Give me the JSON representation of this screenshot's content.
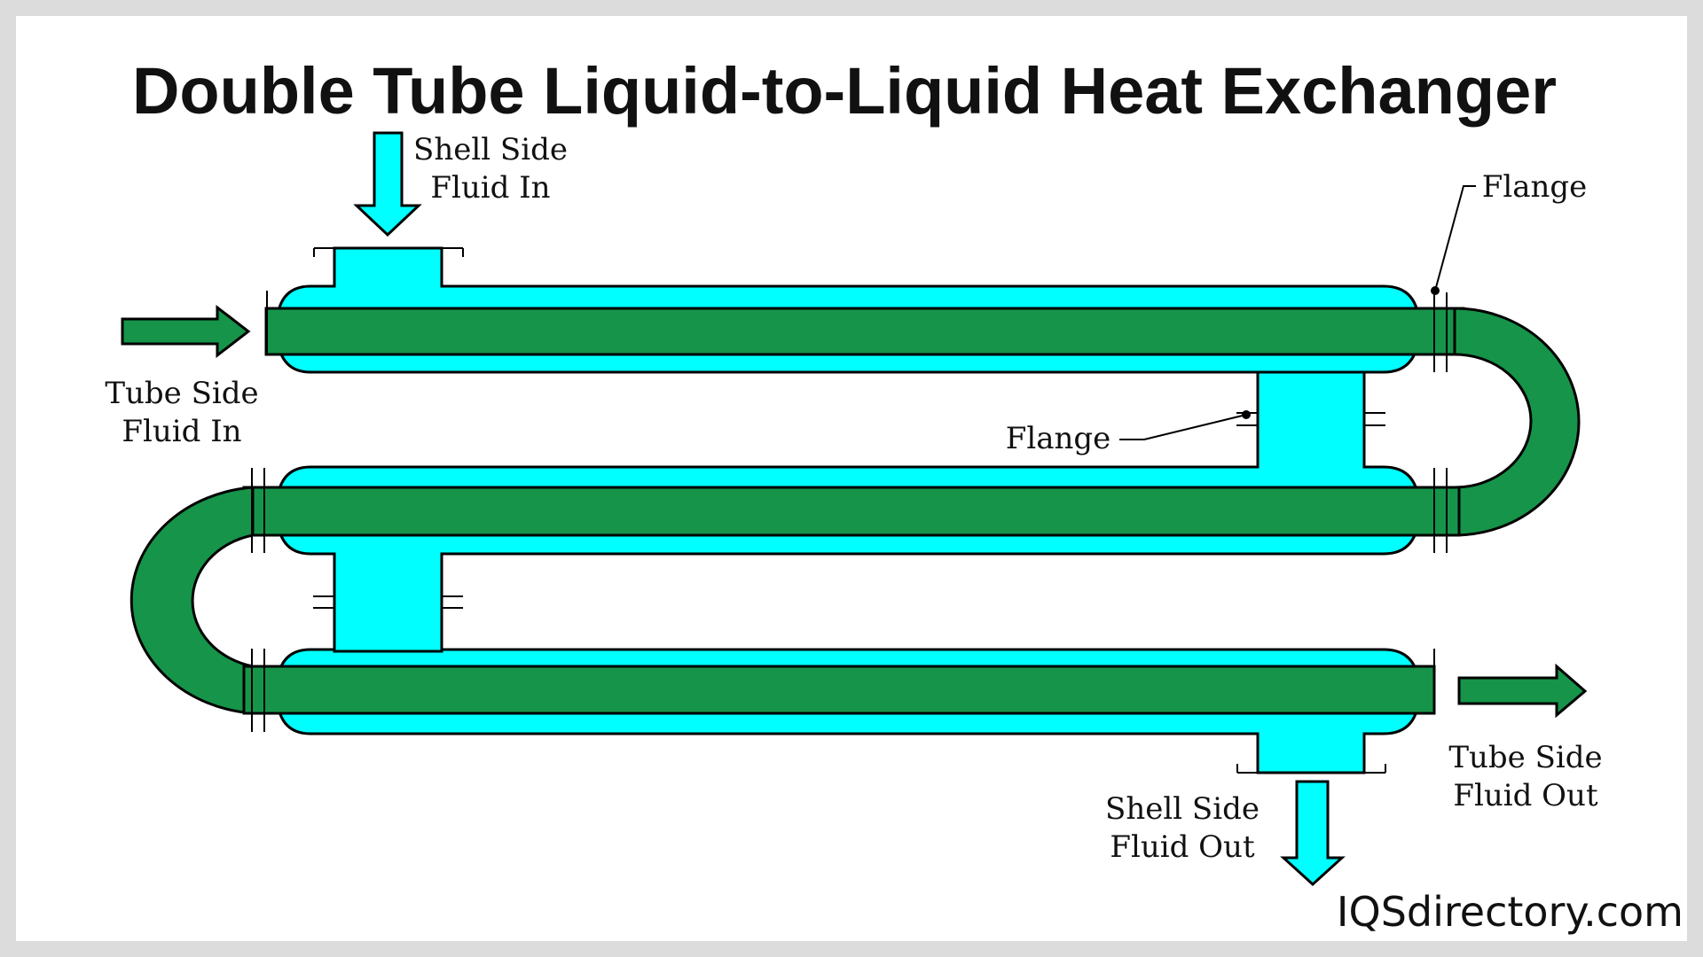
{
  "title": "Double Tube Liquid-to-Liquid Heat Exchanger",
  "labels": {
    "shell_in_line1": "Shell Side",
    "shell_in_line2": "Fluid In",
    "tube_in_line1": "Tube Side",
    "tube_in_line2": "Fluid  In",
    "flange_top": "Flange",
    "flange_mid": "Flange",
    "shell_out_line1": "Shell Side",
    "shell_out_line2": "Fluid Out",
    "tube_out_line1": "Tube Side",
    "tube_out_line2": "Fluid Out"
  },
  "brand": "IQSdirectory.com",
  "colors": {
    "shell_fluid": "#00ffff",
    "tube_fluid": "#16944a",
    "background": "#ffffff",
    "frame": "#dcdcdc"
  }
}
